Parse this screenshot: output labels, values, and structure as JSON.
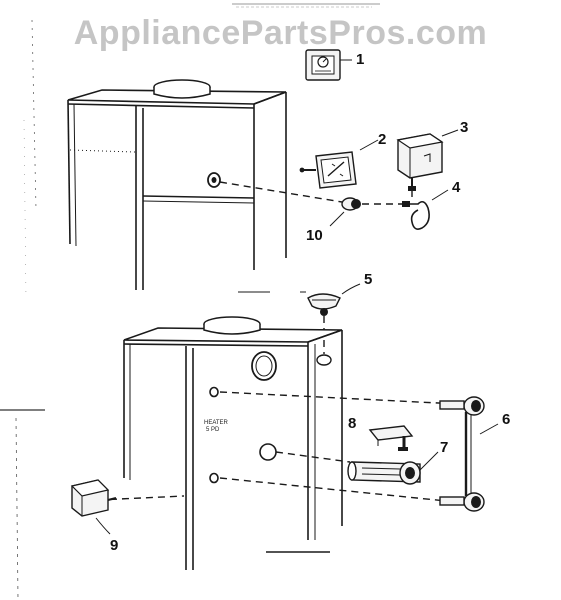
{
  "watermark": "AppliancePartsPros.com",
  "callouts": [
    "1",
    "2",
    "3",
    "4",
    "5",
    "6",
    "7",
    "8",
    "9",
    "10"
  ],
  "panel_label_line1": "HEATER",
  "panel_label_line2": "5 PD"
}
